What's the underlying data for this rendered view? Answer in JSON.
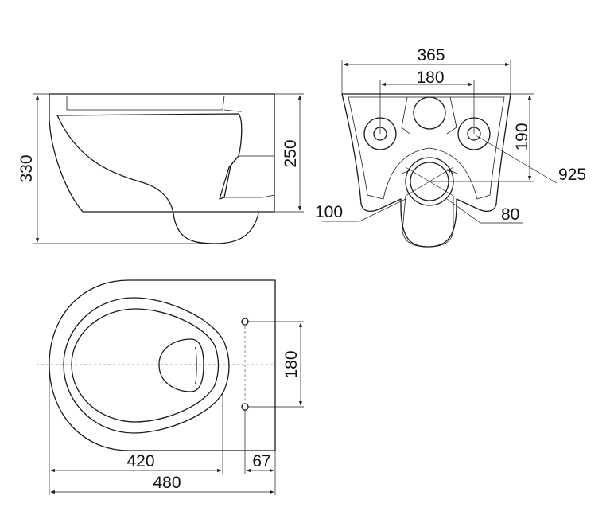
{
  "dimensions": {
    "side_height_total": "330",
    "side_height_body": "250",
    "rear_width": "365",
    "rear_inlet_spacing": "180",
    "rear_inlet_height": "190",
    "rear_leader_925": "925",
    "rear_leader_100": "100",
    "rear_leader_80": "80",
    "top_mount_spacing": "180",
    "top_length_420": "420",
    "top_offset_67": "67",
    "top_length_total": "480"
  }
}
